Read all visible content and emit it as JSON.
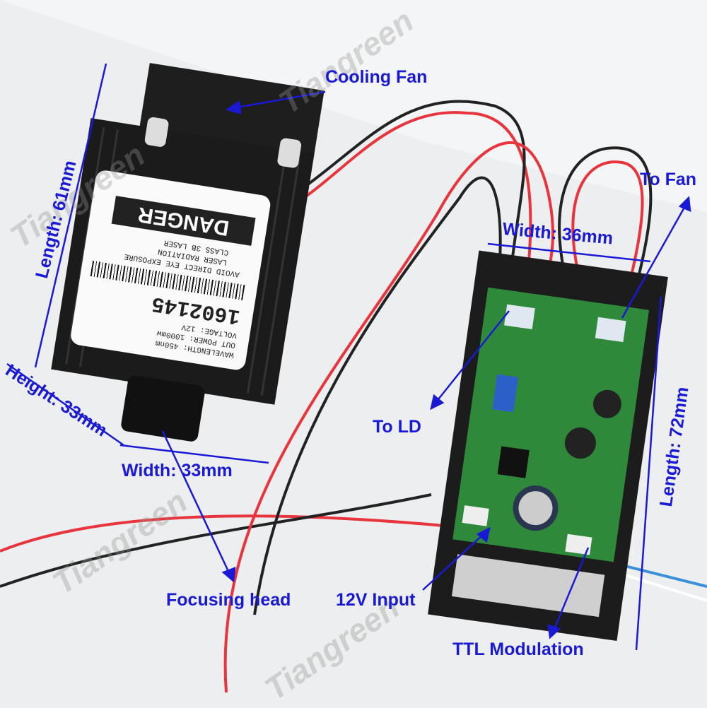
{
  "watermark": "Tiangreen",
  "annotations": {
    "cooling_fan": "Cooling Fan",
    "length_61": "Length: 61mm",
    "height_33": "Height: 33mm",
    "width_33": "Width: 33mm",
    "focusing_head": "Focusing head",
    "width_36": "Width: 36mm",
    "to_fan": "To Fan",
    "to_ld": "To LD",
    "length_72": "Length: 72mm",
    "input_12v": "12V Input",
    "ttl": "TTL Modulation"
  },
  "laser_label": {
    "specs": [
      "WAVELENGTH: 450nm",
      "OUT POWER: 1000mw",
      "VOLTAGE: 12V"
    ],
    "serial": "1602145",
    "warning": [
      "AVOID DIRECT EYE EXPOSURE",
      "LASER RADIATION",
      "CLASS 3B LASER"
    ],
    "danger": "DANGER"
  },
  "colors": {
    "annotation": "#1a1ad6",
    "wire_red": "#e8343c",
    "pcb": "#2e8a3a"
  }
}
